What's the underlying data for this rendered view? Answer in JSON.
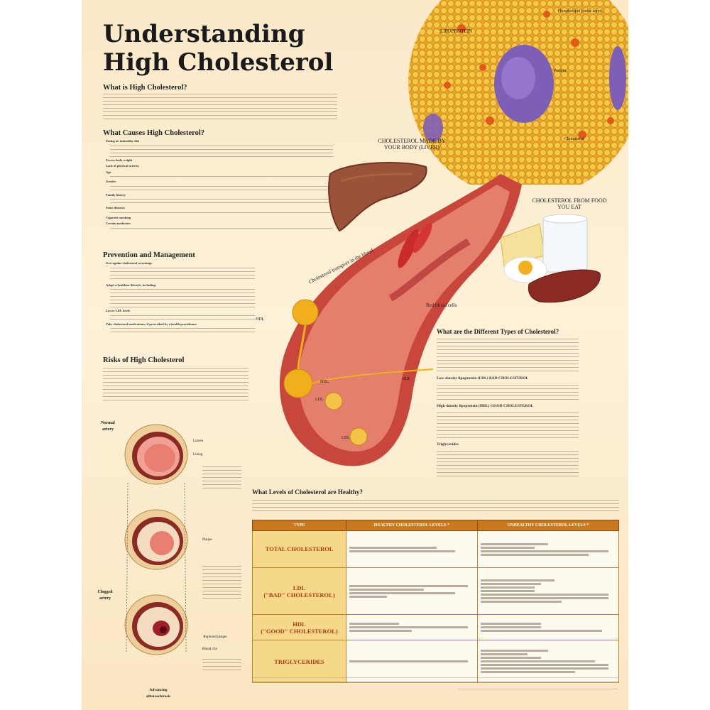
{
  "title_line1": "Understanding",
  "title_line2": "High Cholesterol",
  "sections": {
    "what_is": "What is High Cholesterol?",
    "causes": "What Causes High Cholesterol?",
    "prevention": "Prevention and Management",
    "risks": "Risks of High Cholesterol",
    "types": "What are the Different Types of Cholesterol?",
    "levels": "What Levels of Cholesterol are Healthy?"
  },
  "causes_items": [
    "Eating an unhealthy diet",
    "Excess body weight",
    "Lack of physical activity",
    "Age",
    "Gender",
    "Family history",
    "Some diseases",
    "Cigarette smoking",
    "Certain medicines"
  ],
  "prevention_items": [
    "Get regular cholesterol screenings",
    "Adopt a healthier lifestyle, including:",
    "Lower LDL levels",
    "Take cholesterol medications, if prescribed by a health practitioner"
  ],
  "types_subheads": {
    "ldl": "Low-density lipoprotein (LDL) BAD CHOLESTEROL",
    "hdl": "High-density lipoprotein (HDL) GOOD CHOLESTEROL",
    "trig": "Triglycerides"
  },
  "labels": {
    "lipoprotein": "LIPOPROTEIN",
    "phospholipid": "Phospholipid (outer layer)",
    "protein": "Protein",
    "cholesterol": "Cholesterol",
    "liver": "CHOLESTEROL MADE BY YOUR BODY (LIVER)",
    "food": "CHOLESTEROL FROM FOOD YOU EAT",
    "transport": "Cholesterol transport in the blood",
    "rbc": "Red blood cells",
    "hdl1": "HDL",
    "hdl2": "HDL",
    "hdl3": "HDL",
    "ldl1": "LDL",
    "ldl2": "LDL",
    "normal_artery": "Normal artery",
    "clogged_artery": "Clogged artery",
    "lumen": "Lumen",
    "lining": "Lining",
    "plaque": "Plaque",
    "ruptured_plaque": "Ruptured plaque",
    "blood_clot": "Blood clot",
    "advancing": "Advancing atherosclerosis"
  },
  "table": {
    "headers": [
      "TYPE",
      "HEALTHY CHOLESTEROL LEVELS *",
      "UNHEALTHY CHOLESTEROL LEVELS *"
    ],
    "rows": [
      {
        "type": "TOTAL CHOLESTEROL",
        "sub": true
      },
      {
        "type_line1": "LDL",
        "type_line2": "(\"BAD\" CHOLESTEROL)"
      },
      {
        "type_line1": "HDL",
        "type_line2": "(\"GOOD\" CHOLESTEROL)"
      },
      {
        "type": "TRIGLYCERIDES"
      }
    ]
  },
  "colors": {
    "poster_bg": "#fbe9c8",
    "title": "#1a1a1a",
    "table_header": "#c97a1e",
    "type_cell": "#f6d88a",
    "type_text": "#b23a12",
    "artery": "#c8463a",
    "lipoprotein": "#f2a92c",
    "protein": "#7d5fb8"
  }
}
